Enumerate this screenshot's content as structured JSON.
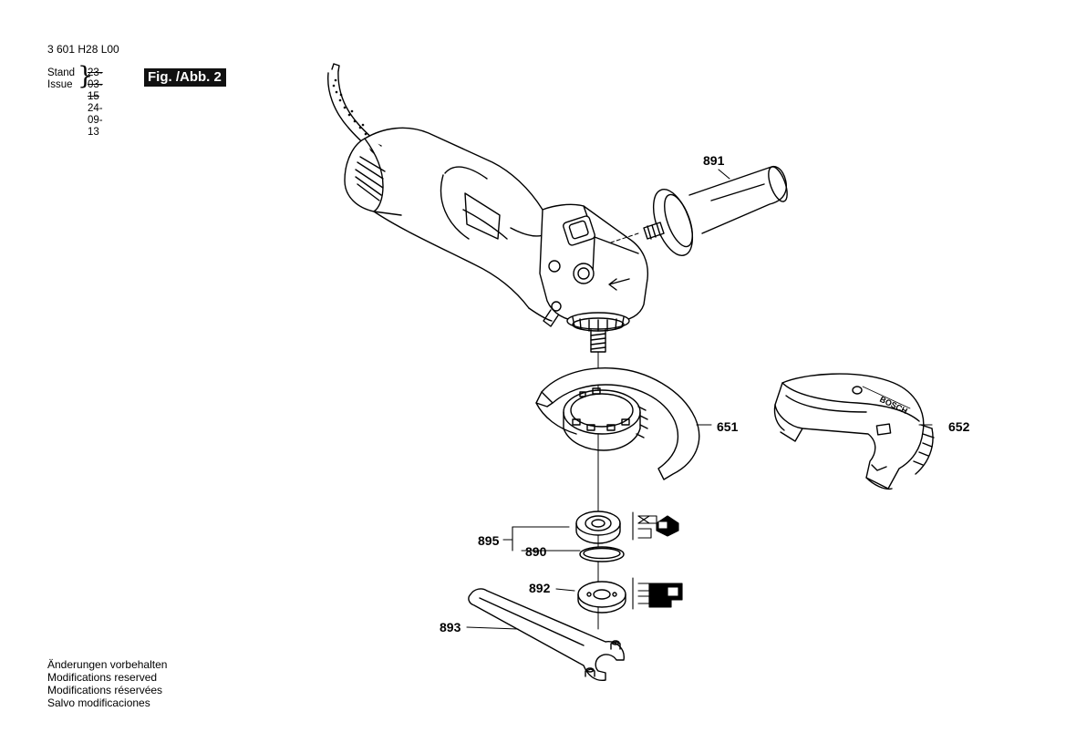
{
  "header": {
    "doc_number": "3 601 H28 L00",
    "stand_label": "Stand",
    "issue_label": "Issue",
    "stand_date": "23-03-15",
    "issue_date": "24-09-13",
    "figure_label": "Fig. /Abb. 2"
  },
  "callouts": {
    "p891": "891",
    "p651": "651",
    "p652": "652",
    "p895": "895",
    "p890": "890",
    "p892": "892",
    "p893": "893"
  },
  "notes": [
    "Änderungen vorbehalten",
    "Modifications reserved",
    "Modifications réservées",
    "Salvo modificaciones"
  ],
  "logo_text": "BOSCH"
}
